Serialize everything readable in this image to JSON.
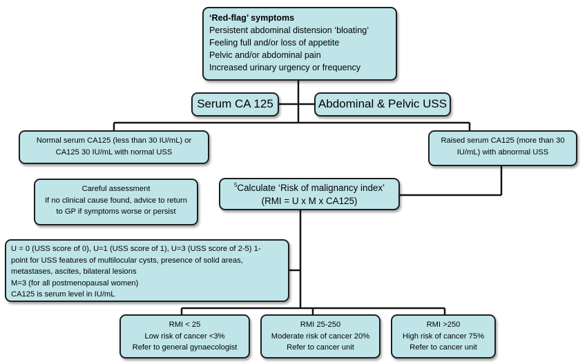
{
  "red_flag": {
    "title": "‘Red-flag’ symptoms",
    "lines": [
      "Persistent abdominal distension ‘bloating’",
      "Feeling full and/or loss of appetite",
      "Pelvic and/or abdominal pain",
      "Increased urinary urgency or frequency"
    ]
  },
  "tests": {
    "serum": "Serum CA 125",
    "uss": "Abdominal & Pelvic USS"
  },
  "normal": {
    "lines": [
      "Normal serum CA125 (less than 30 IU/mL) or",
      "CA125 30 IU/mL with normal USS"
    ]
  },
  "raised": {
    "lines": [
      "Raised serum CA125 (more than 30",
      "IU/mL) with abnormal USS"
    ]
  },
  "careful": {
    "lines": [
      "Careful assessment",
      "If no clinical cause found, advice to return",
      "to GP if symptoms worse or persist"
    ]
  },
  "rmi_calc": {
    "sup": "5",
    "line1": "Calculate ‘Risk of malignancy index’",
    "line2": "(RMI = U x M x CA125)"
  },
  "definitions": {
    "lines": [
      "U = 0 (USS score of 0), U=1 (USS score of 1), U=3 (USS score of 2-5) 1-",
      "point for USS features of multilocular cysts, presence of solid areas,",
      "metastases, ascites, bilateral lesions",
      "M=3 (for all postmenopausal women)",
      "CA125 is serum level in IU/mL"
    ]
  },
  "outcomes": [
    {
      "lines": [
        "RMI < 25",
        "Low risk of cancer <3%",
        "Refer to general gynaecologist"
      ]
    },
    {
      "lines": [
        "RMI 25-250",
        "Moderate risk of cancer 20%",
        "Refer to cancer unit"
      ]
    },
    {
      "lines": [
        "RMI >250",
        "High risk of cancer 75%",
        "Refer to cancer unit"
      ]
    }
  ]
}
